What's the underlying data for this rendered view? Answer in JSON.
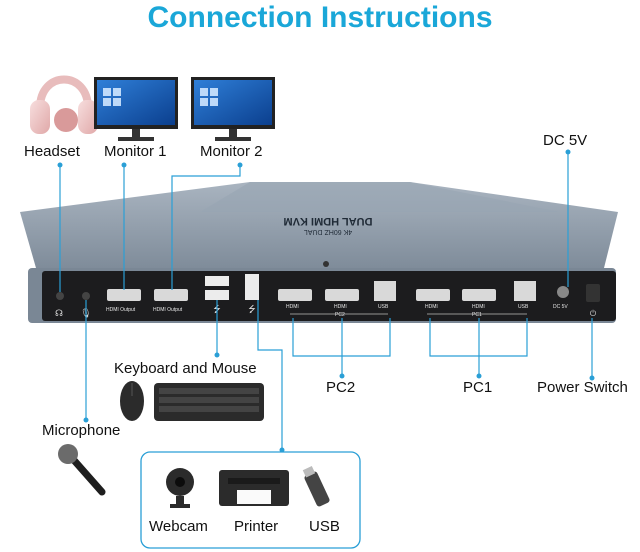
{
  "title": "Connection Instructions",
  "device_text": {
    "line1": "DUAL HDMI KVM",
    "line2": "4K 60HZ DUAL"
  },
  "labels": {
    "headset": "Headset",
    "monitor1": "Monitor 1",
    "monitor2": "Monitor 2",
    "dc": "DC 5V",
    "keyboard_mouse": "Keyboard and Mouse",
    "microphone": "Microphone",
    "pc2": "PC2",
    "pc1": "PC1",
    "power_switch": "Power Switch",
    "webcam": "Webcam",
    "printer": "Printer",
    "usb": "USB"
  },
  "port_labels": {
    "hdmi_output": "HDMI Output",
    "hdmi": "HDMI",
    "usb": "USB",
    "pc2": "PC2",
    "pc1": "PC1",
    "dc": "DC 5V"
  },
  "colors": {
    "title": "#1aa7d8",
    "connector": "#2a9fd6",
    "device_body": "#8d9aa8",
    "device_panel": "#1c1c1e"
  },
  "icons": [
    "headset-icon",
    "monitor-icon",
    "keyboard-icon",
    "mouse-icon",
    "microphone-icon",
    "webcam-icon",
    "printer-icon",
    "usb-drive-icon",
    "headphone-jack-icon",
    "mic-jack-icon",
    "usb-symbol-icon",
    "power-icon"
  ]
}
